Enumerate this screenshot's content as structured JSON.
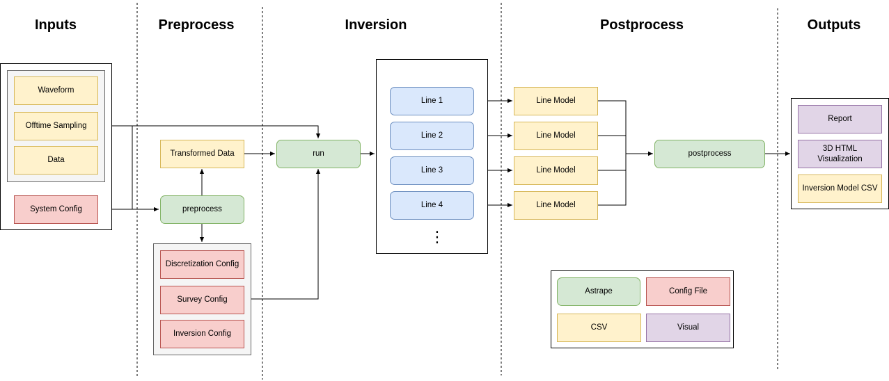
{
  "headings": {
    "inputs": "Inputs",
    "preprocess": "Preprocess",
    "inversion": "Inversion",
    "postprocess": "Postprocess",
    "outputs": "Outputs"
  },
  "inputs": {
    "waveform": "Waveform",
    "offtime_sampling": "Offtime Sampling",
    "data": "Data",
    "system_config": "System Config"
  },
  "preprocess": {
    "transformed_data": "Transformed Data",
    "preprocess_step": "preprocess",
    "discretization_config": "Discretization Config",
    "survey_config": "Survey Config",
    "inversion_config": "Inversion Config"
  },
  "inversion": {
    "run": "run",
    "lines": [
      "Line 1",
      "Line 2",
      "Line 3",
      "Line 4"
    ],
    "more": "⋮"
  },
  "postprocess": {
    "line_models": [
      "Line Model",
      "Line Model",
      "Line Model",
      "Line Model"
    ],
    "postprocess_step": "postprocess"
  },
  "outputs": {
    "report": "Report",
    "visualization": "3D HTML Visualization",
    "inversion_model_csv": "Inversion Model CSV"
  },
  "legend": {
    "astrape": "Astrape",
    "config_file": "Config File",
    "csv": "CSV",
    "visual": "Visual"
  },
  "colors": {
    "csv_fill": "#fff2cc",
    "csv_border": "#d6b656",
    "config_fill": "#f8cecc",
    "config_border": "#b85450",
    "astrape_fill": "#d5e8d4",
    "astrape_border": "#82b366",
    "line_fill": "#dae8fc",
    "line_border": "#6c8ebf",
    "visual_fill": "#e1d5e7",
    "visual_border": "#9673a6"
  }
}
